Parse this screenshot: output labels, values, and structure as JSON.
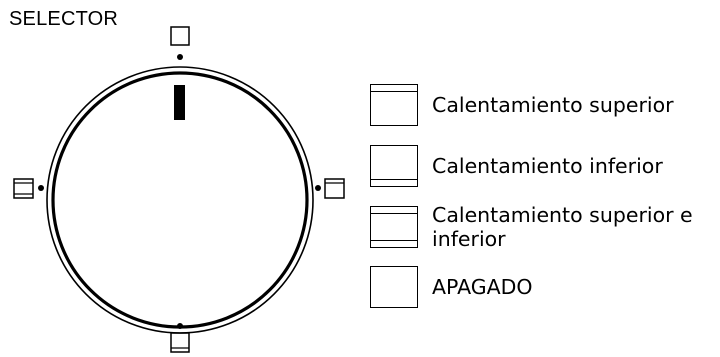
{
  "title": "SELECTOR",
  "dial_positions": [
    {
      "position": "top",
      "mode": "off",
      "icon": "empty-square-icon"
    },
    {
      "position": "right",
      "mode": "upper",
      "icon": "upper-heat-icon"
    },
    {
      "position": "bottom",
      "mode": "lower",
      "icon": "lower-heat-icon"
    },
    {
      "position": "left",
      "mode": "upper-lower",
      "icon": "upper-lower-heat-icon"
    }
  ],
  "pointer_position": "top",
  "legend": [
    {
      "label": "Calentamiento superior",
      "icon": "upper-heat-icon",
      "lines": [
        "top"
      ]
    },
    {
      "label": "Calentamiento inferior",
      "icon": "lower-heat-icon",
      "lines": [
        "bottom"
      ]
    },
    {
      "label": "Calentamiento superior e inferior",
      "icon": "upper-lower-heat-icon",
      "lines": [
        "top",
        "bottom"
      ]
    },
    {
      "label": "APAGADO",
      "icon": "empty-square-icon",
      "lines": []
    }
  ]
}
